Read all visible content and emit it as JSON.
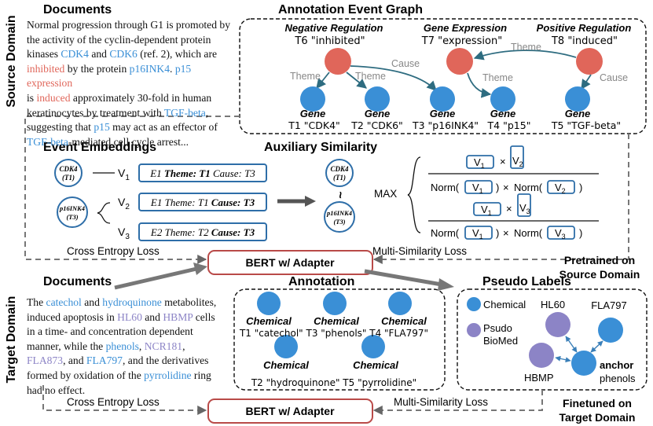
{
  "labels": {
    "source_domain": "Source Domain",
    "target_domain": "Target Domain",
    "documents_top": "Documents",
    "documents_bottom": "Documents",
    "event_graph": "Annotation Event Graph",
    "event_embeddings": "Event Embeddings",
    "aux_similarity": "Auxiliary Similarity",
    "annotation": "Annotation",
    "pseudo_labels": "Pseudo Labels",
    "bert_adapter_top": "BERT w/ Adapter",
    "bert_adapter_bottom": "BERT w/ Adapter",
    "cross_entropy_top": "Cross Entropy Loss",
    "cross_entropy_bottom": "Cross Entropy Loss",
    "multi_sim_top": "Multi-Similarity Loss",
    "multi_sim_bottom": "Multi-Similarity Loss",
    "pretrained": [
      "Pretrained on",
      "Source Domain"
    ],
    "finetuned": [
      "Finetuned on",
      "Target Domain"
    ],
    "max": "MAX"
  },
  "doc_top": [
    [
      {
        "t": "Normal progression through G1 is promoted by",
        "c": ""
      }
    ],
    [
      {
        "t": "the activity of the cyclin-dependent protein",
        "c": ""
      }
    ],
    [
      {
        "t": "kinases ",
        "c": ""
      },
      {
        "t": "CDK4",
        "c": "blue"
      },
      {
        "t": " and ",
        "c": ""
      },
      {
        "t": "CDK6",
        "c": "blue"
      },
      {
        "t": " (ref. 2), which are",
        "c": ""
      }
    ],
    [
      {
        "t": "inhibited",
        "c": "red"
      },
      {
        "t": " by the protein ",
        "c": ""
      },
      {
        "t": "p16INK4",
        "c": "blue"
      },
      {
        "t": ". ",
        "c": ""
      },
      {
        "t": "p15",
        "c": "blue"
      },
      {
        "t": " ",
        "c": ""
      },
      {
        "t": "expression",
        "c": "red"
      }
    ],
    [
      {
        "t": "is ",
        "c": ""
      },
      {
        "t": "induced",
        "c": "red"
      },
      {
        "t": " approximately 30-fold in human",
        "c": ""
      }
    ],
    [
      {
        "t": "keratinocytes by treatment with ",
        "c": ""
      },
      {
        "t": "TGF-beta",
        "c": "blue"
      },
      {
        "t": ",",
        "c": ""
      }
    ],
    [
      {
        "t": "suggesting that ",
        "c": ""
      },
      {
        "t": "p15",
        "c": "blue"
      },
      {
        "t": " may act as an effector of",
        "c": ""
      }
    ],
    [
      {
        "t": "TGF-beta",
        "c": "blue"
      },
      {
        "t": "-mediated cell cycle arrest...",
        "c": ""
      }
    ]
  ],
  "doc_bottom": [
    [
      {
        "t": "The ",
        "c": ""
      },
      {
        "t": "catechol",
        "c": "blue"
      },
      {
        "t": " and ",
        "c": ""
      },
      {
        "t": "hydroquinone",
        "c": "blue"
      },
      {
        "t": " metabolites,",
        "c": ""
      }
    ],
    [
      {
        "t": "induced apoptosis in ",
        "c": ""
      },
      {
        "t": "HL60",
        "c": "purple"
      },
      {
        "t": " and ",
        "c": ""
      },
      {
        "t": "HBMP",
        "c": "purple"
      },
      {
        "t": " cells",
        "c": ""
      }
    ],
    [
      {
        "t": "in a time- and concentration dependent",
        "c": ""
      }
    ],
    [
      {
        "t": "manner, while the ",
        "c": ""
      },
      {
        "t": "phenols",
        "c": "blue"
      },
      {
        "t": ", ",
        "c": ""
      },
      {
        "t": "NCR181",
        "c": "purple"
      },
      {
        "t": ",",
        "c": ""
      }
    ],
    [
      {
        "t": "FLA873",
        "c": "purple"
      },
      {
        "t": ", and ",
        "c": ""
      },
      {
        "t": "FLA797",
        "c": "blue"
      },
      {
        "t": ", and the derivatives",
        "c": ""
      }
    ],
    [
      {
        "t": "formed by oxidation of the ",
        "c": ""
      },
      {
        "t": "pyrrolidine",
        "c": "blue"
      },
      {
        "t": " ring",
        "c": ""
      }
    ],
    [
      {
        "t": "had no effect.",
        "c": ""
      }
    ]
  ],
  "event_graph": {
    "triggers": [
      {
        "type": "Negative Regulation",
        "id": "T6 \"inhibited\""
      },
      {
        "type": "Gene Expression",
        "id": "T7 \"expression\""
      },
      {
        "type": "Positive Regulation",
        "id": "T8 \"induced\""
      }
    ],
    "genes": [
      {
        "type": "Gene",
        "id": "T1 \"CDK4\""
      },
      {
        "type": "Gene",
        "id": "T2 \"CDK6\""
      },
      {
        "type": "Gene",
        "id": "T3 \"p16INK4\""
      },
      {
        "type": "Gene",
        "id": "T4 \"p15\""
      },
      {
        "type": "Gene",
        "id": "T5 \"TGF-beta\""
      }
    ],
    "edge_labels": {
      "theme1": "Theme",
      "theme2": "Theme",
      "cause1": "Cause",
      "theme3": "Theme",
      "theme4": "Theme",
      "cause2": "Cause"
    }
  },
  "embeddings": {
    "nodes": [
      {
        "l1": "CDK4",
        "l2": "(T1)"
      },
      {
        "l1": "p16INK4",
        "l2": "(T3)"
      }
    ],
    "vectors": [
      "V",
      "V",
      "V"
    ],
    "vector_subs": [
      "1",
      "2",
      "3"
    ],
    "events": [
      {
        "pre": "E1 ",
        "a": "Theme: T1",
        "mid": " ",
        "b": "Cause: T3",
        "bold": "a"
      },
      {
        "pre": "E1 ",
        "a": "Theme: T1",
        "mid": " ",
        "b": "Cause: T3",
        "bold": "b"
      },
      {
        "pre": "E2 ",
        "a": "Theme: T2",
        "mid": " ",
        "b": "Cause: T3",
        "bold": "b"
      }
    ],
    "sim_nodes": [
      {
        "l1": "CDK4",
        "l2": "(T1)"
      },
      {
        "l1": "p16INK4",
        "l2": "(T3)"
      }
    ],
    "tilde": "~"
  },
  "formula": {
    "times": "×",
    "norm": "Norm(",
    "close": ")",
    "v": "V",
    "s1": "1",
    "s2": "2",
    "s3": "3"
  },
  "annotation": {
    "items": [
      {
        "type": "Chemical"
      },
      {
        "type": "Chemical"
      },
      {
        "type": "Chemical"
      },
      {
        "type": "Chemical"
      },
      {
        "type": "Chemical"
      }
    ],
    "row1": "T1 \"catechol\" T3 \"phenols\" T4 \"FLA797\"",
    "row2": "T2 \"hydroquinone\" T5 \"pyrrolidine\""
  },
  "pseudo": {
    "legend_chemical": "Chemical",
    "legend_psudo": [
      "Psudo",
      "BioMed"
    ],
    "hl60": "HL60",
    "fla797": "FLA797",
    "hbmp": "HBMP",
    "anchor": "anchor",
    "phenols": "phenols"
  },
  "colors": {
    "blue": "#3a8fd6",
    "red": "#e0665a",
    "purple": "#8c84c6",
    "bert_border": "#b94a48",
    "dark": "#2f4f6f"
  }
}
